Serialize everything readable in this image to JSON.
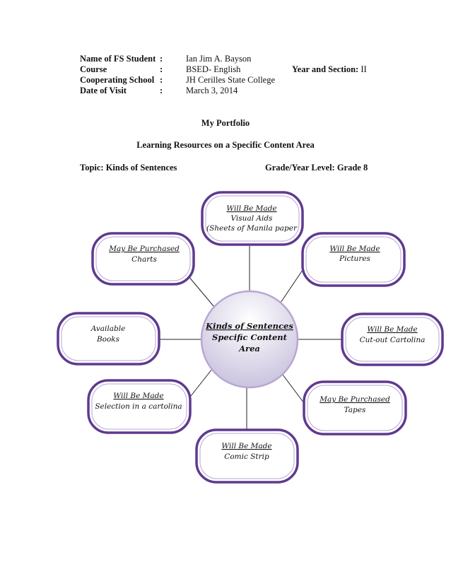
{
  "header": {
    "rows": [
      {
        "label": "Name of FS Student",
        "colon": ":",
        "value": "Ian Jim A. Bayson"
      },
      {
        "label": "Course",
        "colon": ":",
        "value": "BSED- English"
      },
      {
        "label": "Cooperating School",
        "colon": ":",
        "value": "JH Cerilles State College"
      },
      {
        "label": "Date of Visit",
        "colon": ":",
        "value": "March 3, 2014"
      }
    ],
    "year_section_label": "Year and Section:",
    "year_section_value": "II"
  },
  "title": "My Portfolio",
  "subtitle": "Learning Resources on a Specific Content Area",
  "topic": "Topic: Kinds of Sentences",
  "grade": "Grade/Year Level: Grade 8",
  "diagram": {
    "center": {
      "line1": "Kinds of Sentences",
      "line2": "Specific Content",
      "line3": "Area"
    },
    "nodes": [
      {
        "line1": "Will Be Made",
        "line2": "Visual Aids",
        "line3": "(Sheets of Manila paper"
      },
      {
        "line1": "Will Be Made",
        "line2": "Pictures"
      },
      {
        "line1": "Will Be Made",
        "line2": "Cut-out Cartolina"
      },
      {
        "line1": "May Be Purchased",
        "line2": "Tapes"
      },
      {
        "line1": "Will Be Made",
        "line2": "Comic Strip"
      },
      {
        "line1": "Will Be Made",
        "line2": "Selection in a cartolina"
      },
      {
        "line1": "Available",
        "line2": "Books"
      },
      {
        "line1": "May Be Purchased",
        "line2": "Charts"
      }
    ],
    "colors": {
      "border": "#5f3a8f",
      "border_light": "#b9a6d3",
      "center_fill_top": "#ffffff",
      "center_fill_bottom": "#c7bfdc"
    }
  }
}
